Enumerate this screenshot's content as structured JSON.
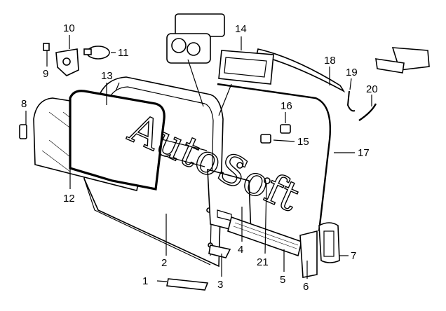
{
  "diagram": {
    "watermark": "AutoSoft",
    "callouts": [
      "1",
      "2",
      "3",
      "4",
      "5",
      "6",
      "7",
      "8",
      "9",
      "10",
      "11",
      "12",
      "13",
      "14",
      "15",
      "16",
      "17",
      "18",
      "19",
      "20",
      "21"
    ]
  }
}
